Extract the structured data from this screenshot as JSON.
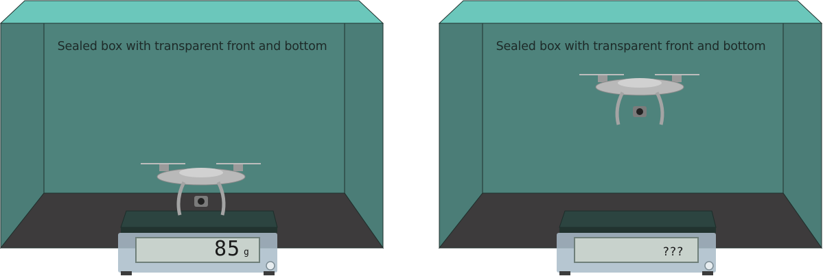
{
  "colors": {
    "box_top": "#6bc7bb",
    "box_wall": "#4b7d77",
    "box_back": "#4e837c",
    "box_floor": "#3d3b3c",
    "outline": "#1f2f2c",
    "scale_glass": "#2c4440",
    "scale_body": "#a9bcc9",
    "display": "#c8d2cc"
  },
  "panels": [
    {
      "caption": "Sealed box with transparent front and bottom",
      "drone_state": "landed-on-scale",
      "scale_reading": "85",
      "scale_unit": "g"
    },
    {
      "caption": "Sealed box with transparent front and bottom",
      "drone_state": "hovering",
      "scale_reading": "???",
      "scale_unit": ""
    }
  ]
}
